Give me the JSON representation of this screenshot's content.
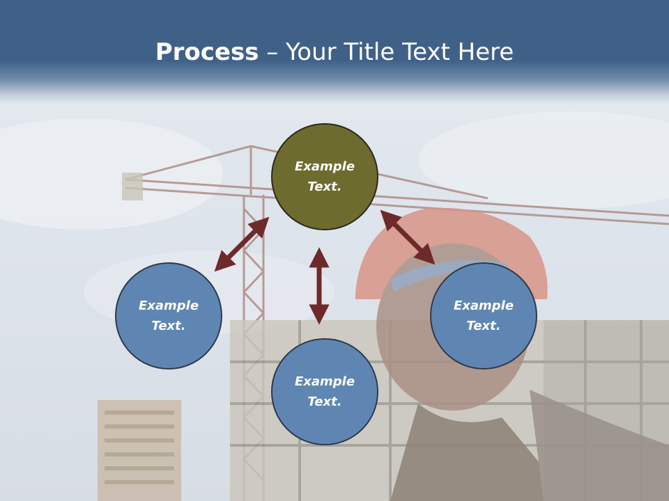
{
  "header": {
    "title_bold": "Process",
    "title_rest": " – Your Title Text Here"
  },
  "nodes": [
    {
      "id": "top",
      "label": "Example Text.",
      "color": "#6e6b2f"
    },
    {
      "id": "left",
      "label": "Example Text.",
      "color": "#5f86b3"
    },
    {
      "id": "right",
      "label": "Example Text.",
      "color": "#5f86b3"
    },
    {
      "id": "bottom",
      "label": "Example Text.",
      "color": "#5f86b3"
    }
  ],
  "colors": {
    "header_bg": "#3f6188",
    "arrow": "#6e2a2a"
  }
}
